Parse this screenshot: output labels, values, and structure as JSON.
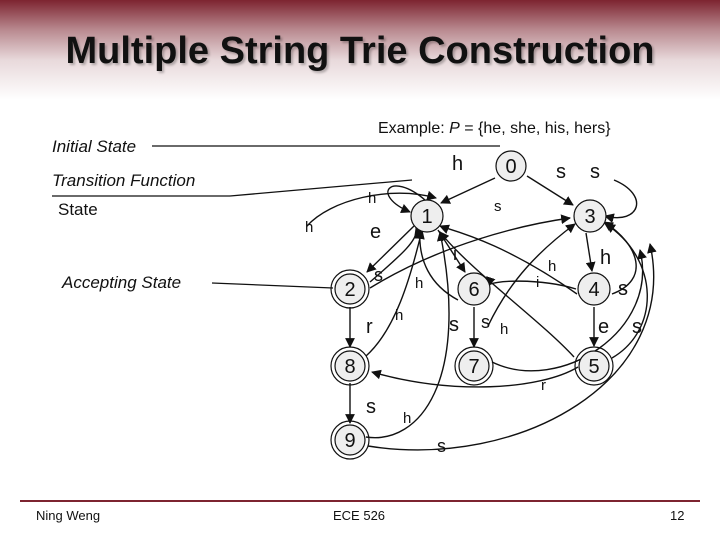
{
  "title": "Multiple String Trie Construction",
  "legend": {
    "initial_state": "Initial State",
    "transition_function_line1": "Transition Function",
    "transition_function_line2": "State",
    "accepting_state": "Accepting State"
  },
  "example": {
    "prefix": "Example: ",
    "p": "P",
    "set": " = {he, she, his, hers}"
  },
  "nodes": [
    "0",
    "1",
    "3",
    "2",
    "6",
    "4",
    "8",
    "7",
    "5",
    "9"
  ],
  "edge_labels": {
    "h_0_1": "h",
    "s_0_3_a": "s",
    "s_0_3_b": "s",
    "s_self": "s",
    "h_self": "h",
    "h_left": "h",
    "e_1_2": "e",
    "i_1_6": "i",
    "h_3_4": "h",
    "s_2": "s",
    "h_2": "h",
    "r_2_8": "r",
    "h_8": "h",
    "i_4": "i",
    "h_4": "h",
    "s_4": "s",
    "e_4_5": "e",
    "s_5": "s",
    "s_6_7": "s",
    "s_6": "s",
    "h_6": "h",
    "r_5": "r",
    "s_8_9": "s",
    "h_9": "h",
    "s_bottom": "s"
  },
  "footer": {
    "author": "Ning Weng",
    "course": "ECE 526",
    "page": "12"
  },
  "colors": {
    "accent": "#7d2430",
    "node_fill": "#eeeeee",
    "node_border": "#111111"
  }
}
